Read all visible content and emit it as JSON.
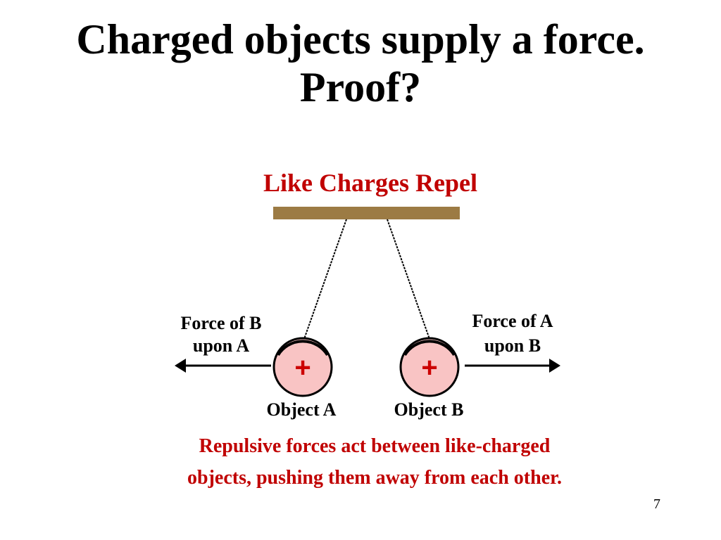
{
  "slide": {
    "title_line1": "Charged objects supply a force.",
    "title_line2": "Proof?",
    "page_number": "7"
  },
  "diagram": {
    "heading": "Like Charges Repel",
    "force_left_line1": "Force of B",
    "force_left_line2": "upon A",
    "force_right_line1": "Force of A",
    "force_right_line2": "upon B",
    "charge_symbol": "+",
    "object_a_label": "Object A",
    "object_b_label": "Object B",
    "caption_line1": "Repulsive forces act between like-charged",
    "caption_line2": "objects, pushing them away from each other."
  },
  "colors": {
    "heading": "#c00000",
    "caption": "#c00000",
    "bar": "#9c7b44",
    "ball_fill": "#f9c4c4",
    "charge": "#cc0000",
    "ink": "#000000"
  }
}
